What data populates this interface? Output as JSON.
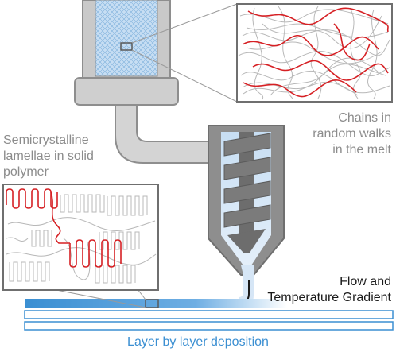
{
  "labels": {
    "melt": [
      "Chains in",
      "random walks",
      "in the melt"
    ],
    "solid": [
      "Semicrystalline",
      "lamellae in solid",
      "polymer"
    ],
    "flow": [
      "Flow and",
      "Temperature Gradient"
    ],
    "deposition": "Layer by layer deposition"
  },
  "colors": {
    "chain_highlight": "#d62024",
    "chain_background": "#b8b8b8",
    "polymer_blue": "#3b8fd2",
    "nozzle_gray": "#8e8e8e",
    "barrel_gray": "#c9c9c9"
  }
}
